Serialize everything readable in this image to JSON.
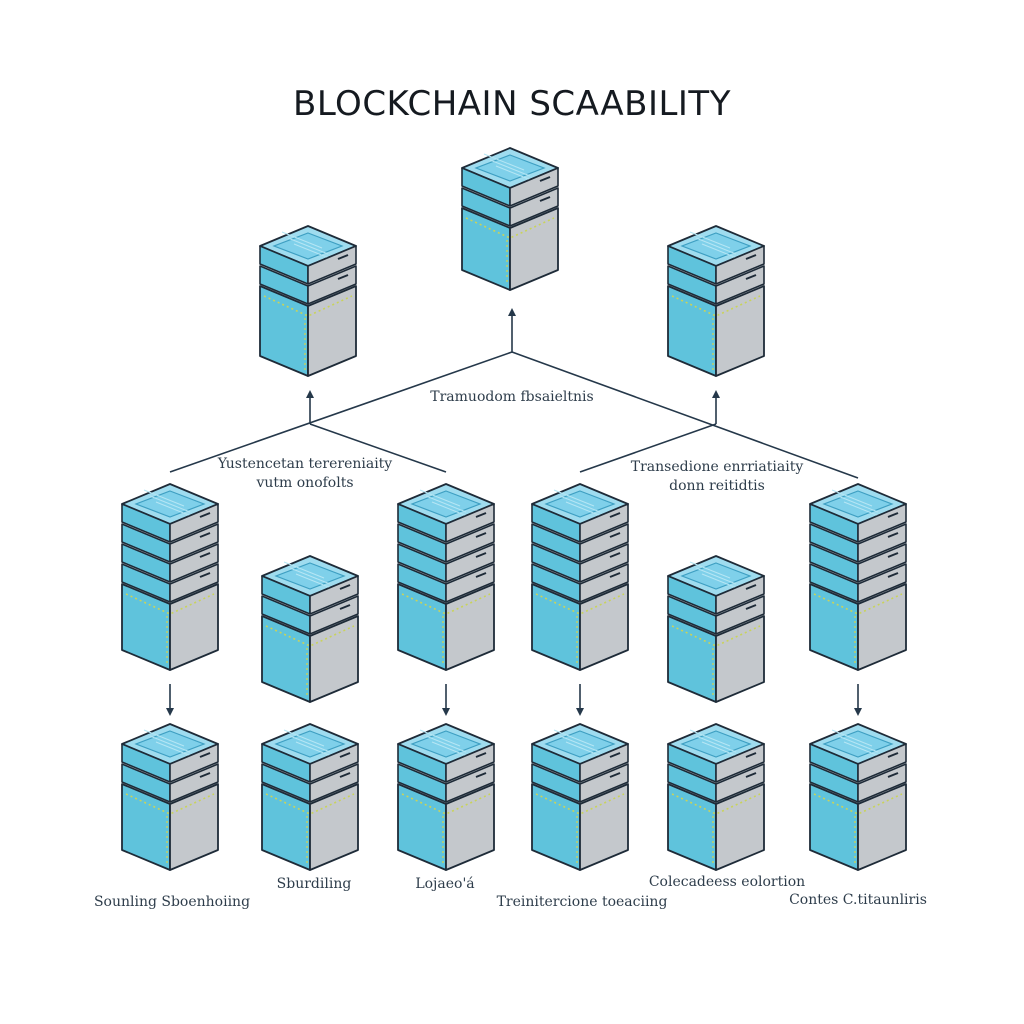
{
  "title": "BLOCKCHAIN SCAABILITY",
  "labels": {
    "top_branch": "Tramuodom fbsaieltnis",
    "left_branch_line1": "Yustencetan terereniaity",
    "left_branch_line2": "vutm onofolts",
    "right_branch_line1": "Transedione enrriatiaity",
    "right_branch_line2": "donn reitidtis",
    "bottom_1": "Sounling Sboenhoiing",
    "bottom_2": "Sburdiling",
    "bottom_3": "Lojaeo'á",
    "bottom_4": "Treinitercione toeaciing",
    "bottom_5": "Colecadeess eolortion",
    "bottom_6": "Contes C.titaunliris"
  },
  "colors": {
    "server_face": "#5fc3dc",
    "server_top": "#9fdcef",
    "server_side": "#c4c8cc",
    "outline": "#1e2b38",
    "accent_dots": "#c9d35a"
  }
}
